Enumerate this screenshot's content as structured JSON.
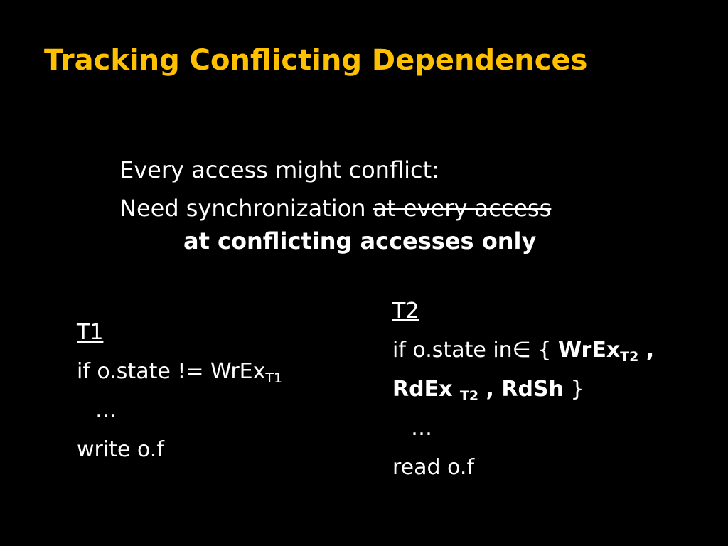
{
  "title": "Tracking Conflicting Dependences",
  "colors": {
    "background": "#000000",
    "title": "#ffc000",
    "text": "#ffffff"
  },
  "intro": {
    "line1": "Every access might conflict:",
    "line2_prefix": "Need synchronization ",
    "line2_struck": "at every access",
    "line3_bold": "at conflicting accesses only"
  },
  "t1": {
    "name": "T1",
    "cond_prefix": "if  o.state != WrEx",
    "cond_sub": "T1",
    "ellipsis": "…",
    "action": "write o.f"
  },
  "t2": {
    "name": "T2",
    "cond_prefix": "if  o.state in∈ { ",
    "wrex": "WrEx",
    "wrex_sub": "T2",
    "comma1": " ,",
    "rdex": "RdEx ",
    "rdex_sub": "T2",
    "comma2": " , ",
    "rdsh": "RdSh",
    "close": " }",
    "ellipsis": "…",
    "action": "read o.f"
  }
}
